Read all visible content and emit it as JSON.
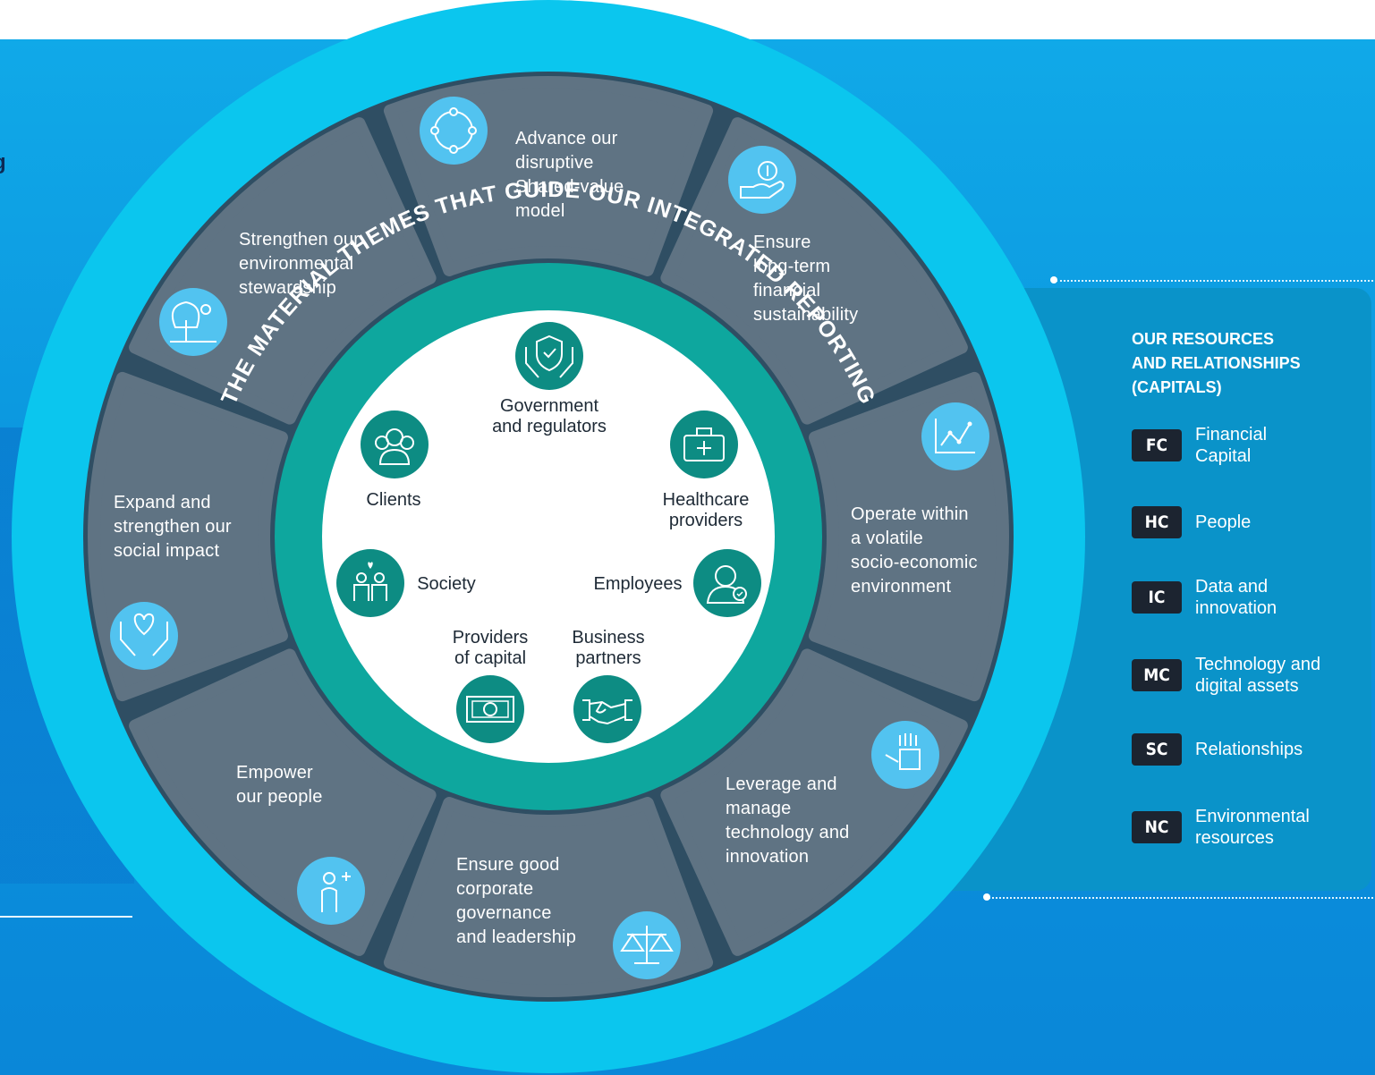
{
  "outer_ring_title": "THE MATERIAL THEMES THAT GUIDE OUR INTEGRATED REPORTING",
  "inner_ring_title": "OUR STAKEHOLDER GROUPS",
  "left_edge_letter": "g",
  "themes": [
    {
      "label": "Advance our\ndisruptive\nShared-value\nmodel",
      "icon": "circle-network-icon"
    },
    {
      "label": "Ensure\nlong-term\nfinancial\nsustainability",
      "icon": "hand-money-icon"
    },
    {
      "label": "Operate within\na volatile\nsocio-economic\nenvironment",
      "icon": "line-chart-icon"
    },
    {
      "label": "Leverage and\nmanage\ntechnology and\ninnovation",
      "icon": "robot-hand-icon"
    },
    {
      "label": "Ensure good\ncorporate\ngovernance\nand leadership",
      "icon": "scales-icon"
    },
    {
      "label": "Empower\nour people",
      "icon": "person-add-icon"
    },
    {
      "label": "Expand and\nstrengthen our\nsocial impact",
      "icon": "heart-hands-icon"
    },
    {
      "label": "Strengthen our\nenvironmental\nstewardship",
      "icon": "tree-sun-icon"
    }
  ],
  "stakeholders": [
    {
      "label": "Government\nand regulators",
      "icon": "shield-hands-icon"
    },
    {
      "label": "Healthcare\nproviders",
      "icon": "medical-kit-icon"
    },
    {
      "label": "Employees",
      "icon": "employee-check-icon"
    },
    {
      "label": "Business\npartners",
      "icon": "handshake-icon"
    },
    {
      "label": "Providers\nof capital",
      "icon": "banknote-icon"
    },
    {
      "label": "Society",
      "icon": "family-icon"
    },
    {
      "label": "Clients",
      "icon": "group-icon"
    }
  ],
  "capitals": {
    "heading": "OUR RESOURCES\nAND RELATIONSHIPS\n(CAPITALS)",
    "items": [
      {
        "code": "FC",
        "label": "Financial\nCapital"
      },
      {
        "code": "HC",
        "label": "People"
      },
      {
        "code": "IC",
        "label": "Data and\ninnovation"
      },
      {
        "code": "MC",
        "label": "Technology and\ndigital assets"
      },
      {
        "code": "SC",
        "label": "Relationships"
      },
      {
        "code": "NC",
        "label": "Environmental\nresources"
      }
    ]
  },
  "colors": {
    "background_blue": "#10a9e8",
    "outer_ring": "#0bc6ee",
    "spoke_dark": "#2f4e63",
    "segment": "#5f7383",
    "teal_ring": "#0ea79e",
    "inner_icon_teal": "#0d8c83",
    "theme_icon_blue": "#52c3f0",
    "badge_dark": "#1c2430"
  }
}
